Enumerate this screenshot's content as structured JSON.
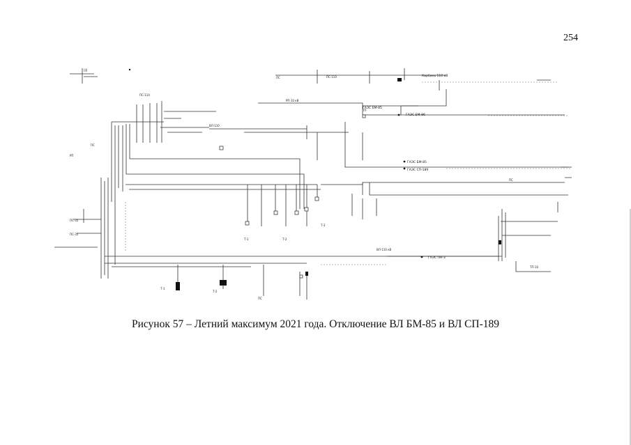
{
  "page": {
    "number": "254"
  },
  "figure": {
    "caption": "Рисунок 57 – Летний максимум 2021 года. Отключение ВЛ БМ-85 и ВЛ СП-189",
    "line_labels": [
      "ГАЭС БМ-85",
      "ГАЭС БМ-86",
      "ГАЭС БМ-85",
      "ГАЭС СП-189",
      "ГАЭС ПН-3"
    ],
    "substation_label": "Кирбань 110 кВ"
  }
}
